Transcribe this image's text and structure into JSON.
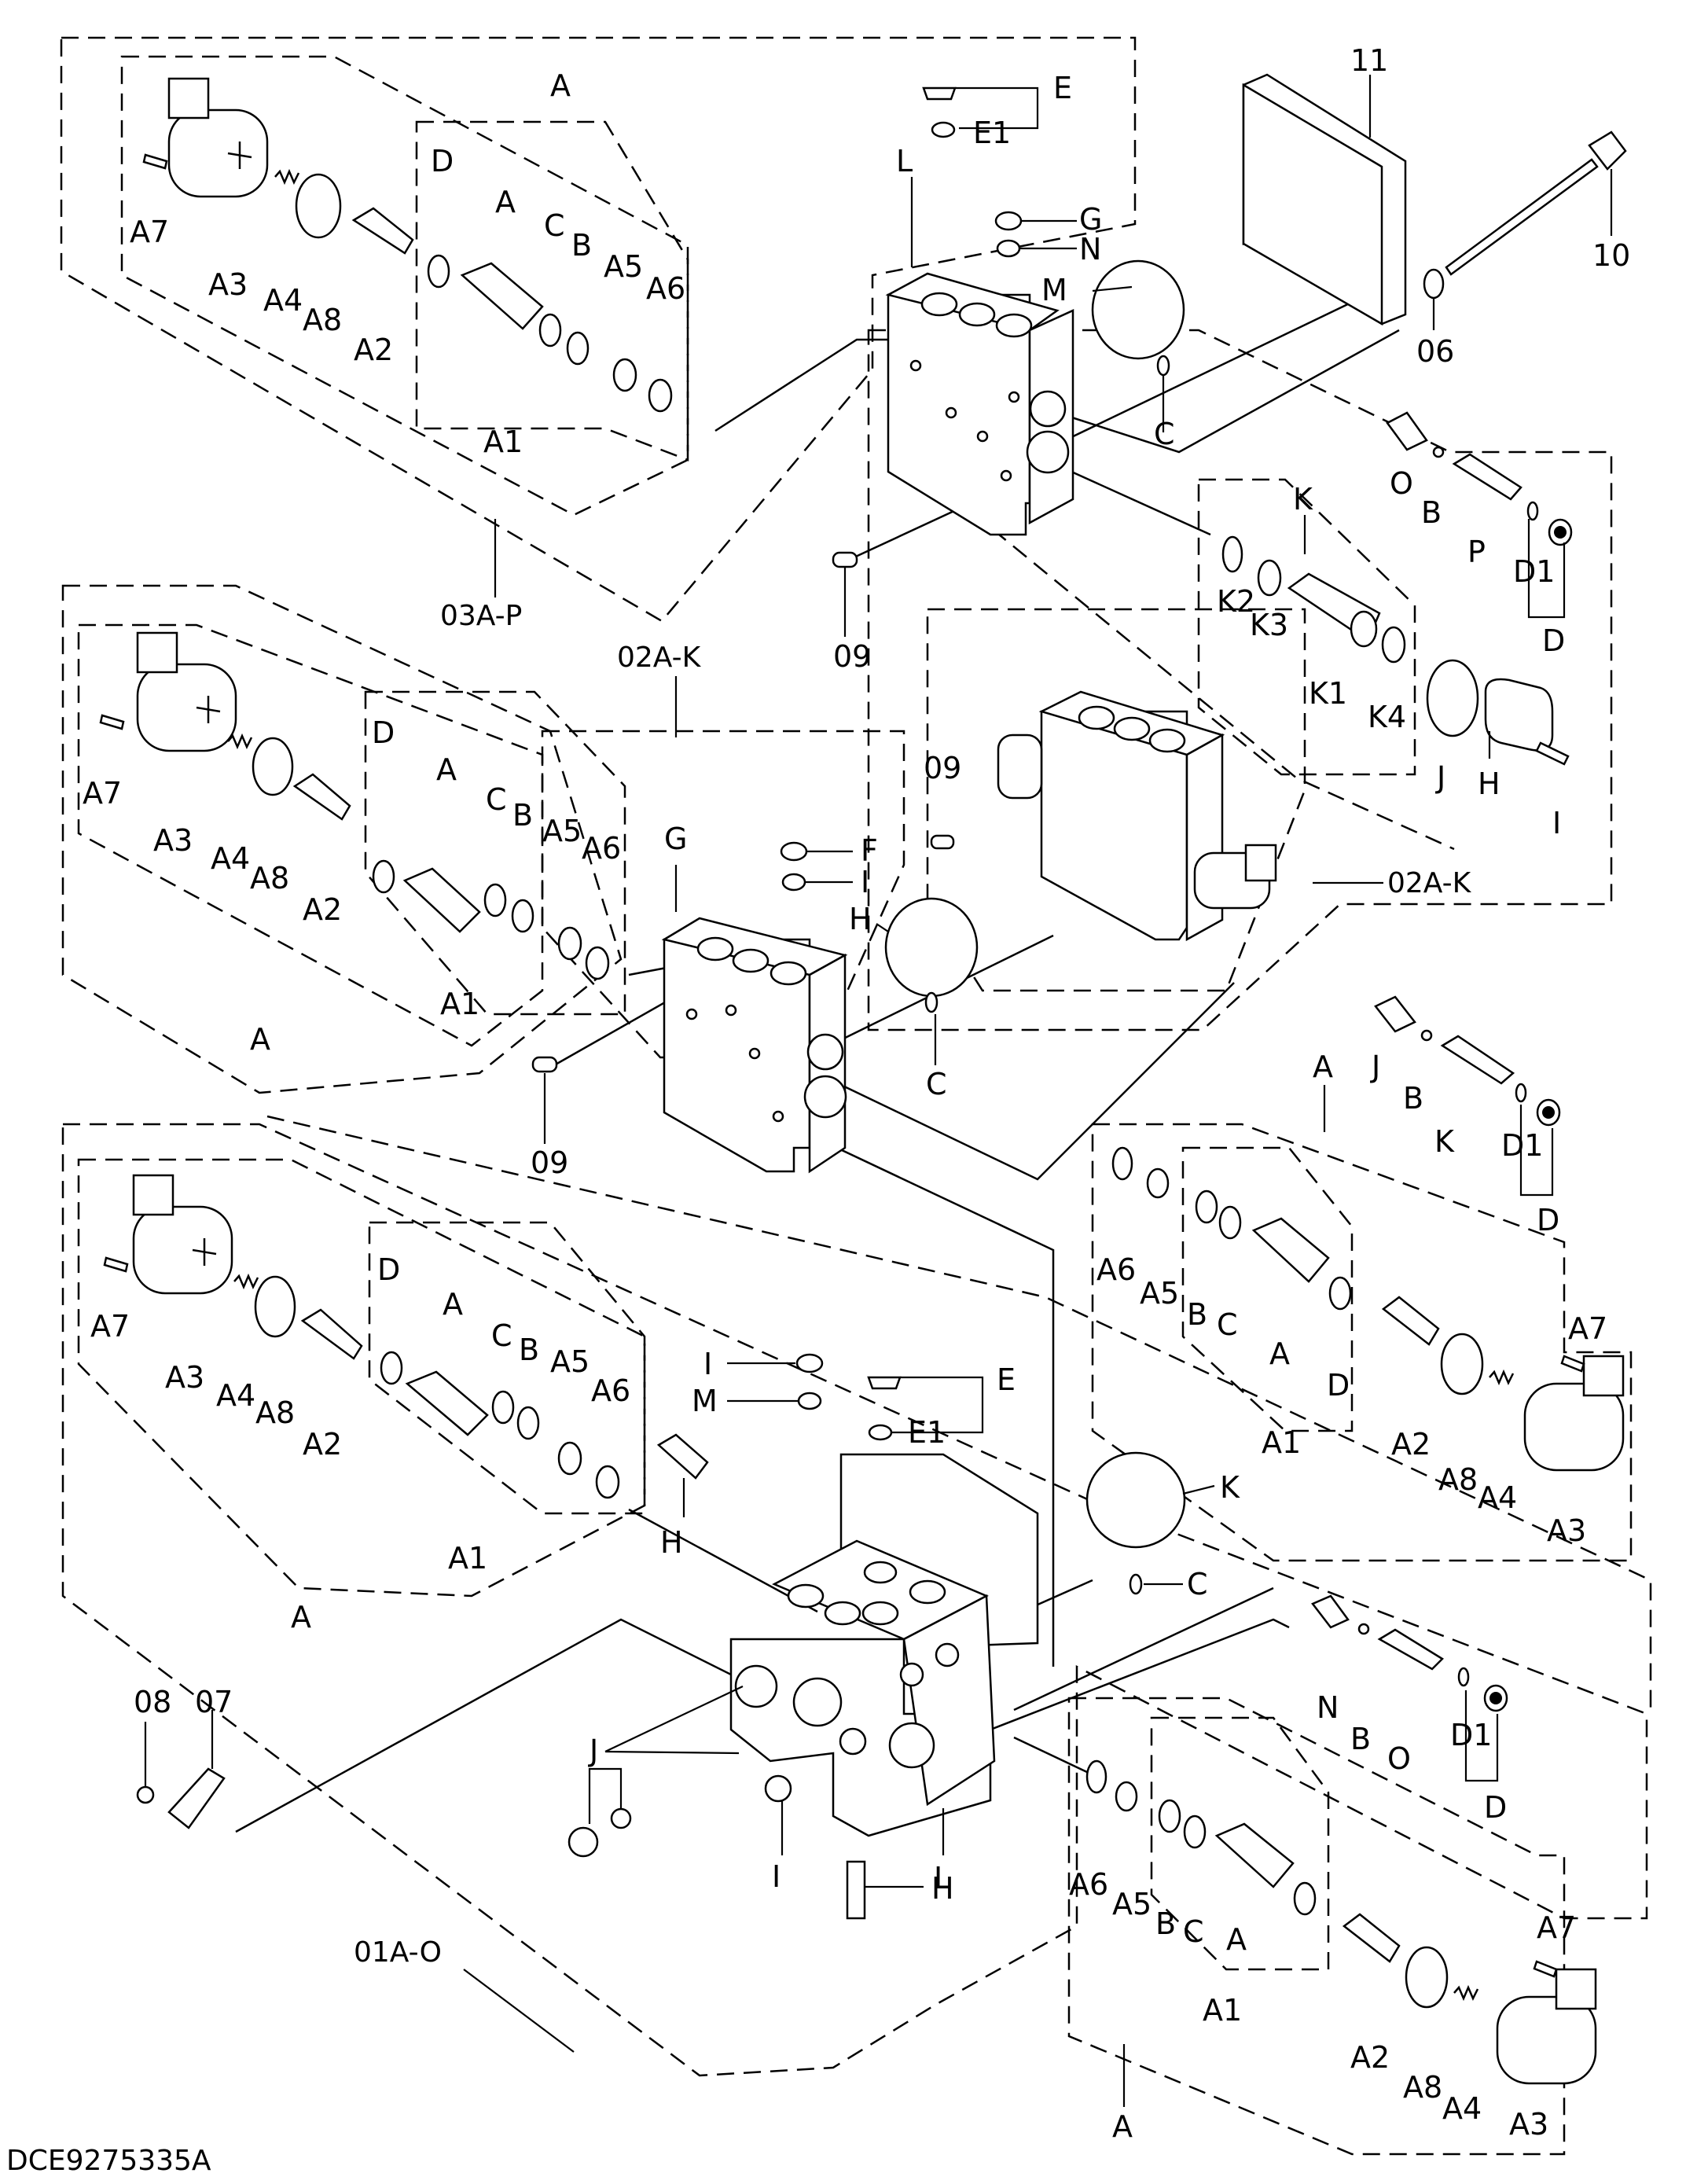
{
  "drawing_code": "DCE9275335A",
  "assembly_labels": {
    "upper_section": "03A-P",
    "middle_section": "02A-K",
    "middle_section_side": "02A-K",
    "lower_section": "01A-O"
  },
  "numbered_parts": {
    "tie_bolt": "10",
    "end_plate": "11",
    "washer": "06",
    "pin_upper": "09",
    "pin_middle_left": "09",
    "pin_middle_right": "09",
    "bracket_screw": "08",
    "bracket": "07"
  },
  "groups": {
    "top_left": {
      "frame": "A",
      "housing": "A",
      "spool_group": "A1",
      "spool": "A2",
      "solenoid": "A3",
      "spring": "A4",
      "ring_a5": "A5",
      "ring_a6": "A6",
      "screw": "A7",
      "seal": "A8",
      "ring_b": "B",
      "ring_c": "C",
      "ring_d": "D"
    },
    "middle_left": {
      "frame": "A",
      "housing": "A",
      "spool_group": "A1",
      "spool": "A2",
      "solenoid": "A3",
      "spring": "A4",
      "ring_a5": "A5",
      "ring_a6": "A6",
      "screw": "A7",
      "seal": "A8",
      "ring_b": "B",
      "ring_c": "C",
      "ring_d": "D"
    },
    "lower_left": {
      "frame": "A",
      "housing": "A",
      "spool_group": "A1",
      "spool": "A2",
      "solenoid": "A3",
      "spring": "A4",
      "ring_a5": "A5",
      "ring_a6": "A6",
      "screw": "A7",
      "seal": "A8",
      "ring_b": "B",
      "ring_c": "C",
      "ring_d": "D"
    },
    "right_middle": {
      "frame": "A",
      "housing": "A",
      "spool_group": "A1",
      "spool": "A2",
      "solenoid": "A3",
      "spring": "A4",
      "ring_a5": "A5",
      "ring_a6": "A6",
      "screw": "A7",
      "seal": "A8",
      "ring_b": "B",
      "ring_c": "C",
      "ring_d": "D"
    },
    "right_lower": {
      "frame": "A",
      "housing": "A",
      "spool_group": "A1",
      "spool": "A2",
      "solenoid": "A3",
      "spring": "A4",
      "ring_a5": "A5",
      "ring_a6": "A6",
      "screw": "A7",
      "seal": "A8",
      "ring_b": "B",
      "ring_c": "C"
    }
  },
  "top_block": {
    "body": "L",
    "plug": "E",
    "plug_oring": "E1",
    "cap_g": "G",
    "cap_n": "N",
    "gasket": "M",
    "oring": "C",
    "kit_frame": "K",
    "kit_housing": "K1",
    "kit_ring2": "K2",
    "kit_ring3": "K3",
    "kit_ring4": "K4",
    "valve_o": "O",
    "ball_b": "B",
    "stem_p": "P",
    "ring_d1": "D1",
    "cap_d": "D",
    "oring_j": "J",
    "cover_h": "H",
    "screw_i": "I"
  },
  "middle_block": {
    "body": "G",
    "cap_f": "F",
    "cap_i": "I",
    "gasket_h": "H",
    "oring_c": "C",
    "valve_j": "J",
    "ball_b": "B",
    "stem_k": "K",
    "ring_d1": "D1",
    "cap_d": "D"
  },
  "bottom_block": {
    "body": "L",
    "cap_i": "I",
    "cap_m": "M",
    "plug": "E",
    "plug_oring": "E1",
    "gasket_k": "K",
    "oring_c": "C",
    "fitting_top": "H",
    "fitting_bottom": "H",
    "plug_j": "J",
    "plug_i": "I",
    "valve_n": "N",
    "ball_b": "B",
    "stem_o": "O",
    "ring_d1": "D1",
    "cap_d": "D"
  }
}
